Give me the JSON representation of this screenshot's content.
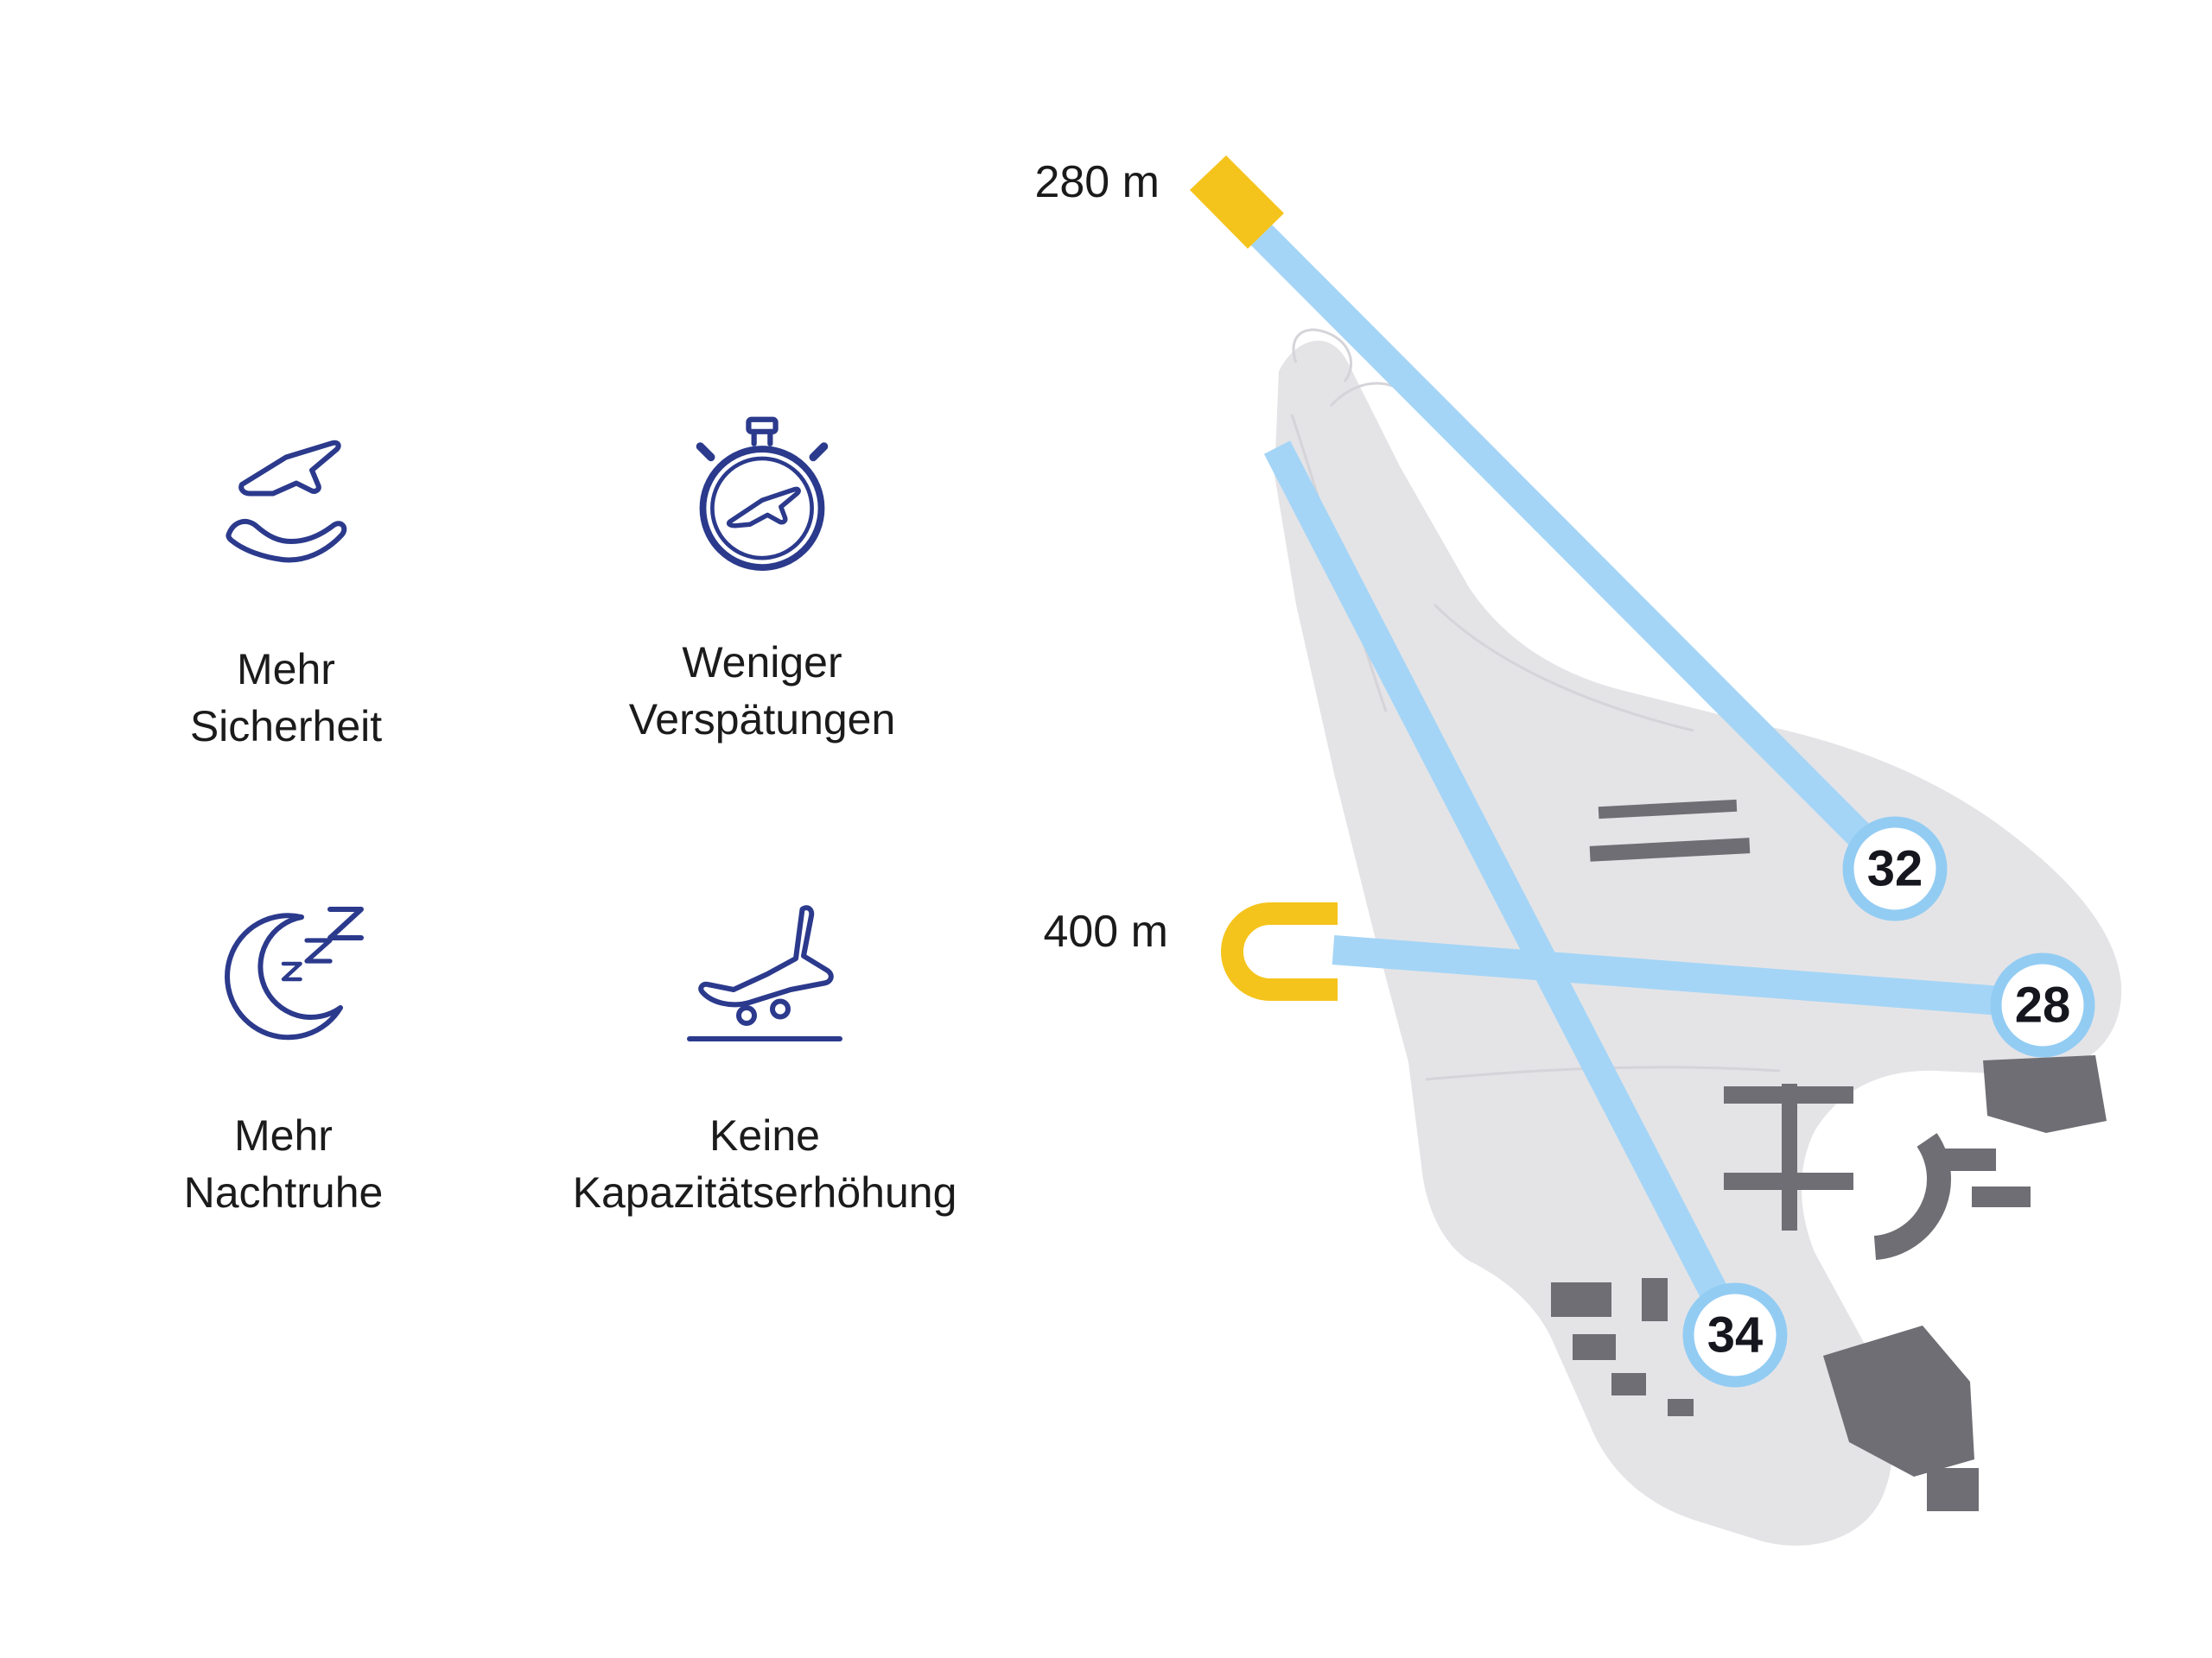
{
  "features": [
    {
      "line1": "Mehr",
      "line2": "Sicherheit"
    },
    {
      "line1": "Weniger",
      "line2": "Verspätungen"
    },
    {
      "line1": "Mehr",
      "line2": "Nachtruhe"
    },
    {
      "line1": "Keine",
      "line2": "Kapazitätserhöhung"
    }
  ],
  "map": {
    "extension_labels": {
      "r32": "280 m",
      "r28": "400 m"
    },
    "markers": {
      "r32": "32",
      "r28": "28",
      "r34": "34"
    }
  },
  "colors": {
    "icon_blue": "#2b3a8c",
    "runway_blue": "#a5d5f6",
    "marker_ring_blue": "#93ccf3",
    "extension_yellow": "#f5c41c",
    "apron_gray": "#e4e4e7",
    "building_gray": "#6e6e74",
    "text_dark": "#1a1a1a"
  }
}
